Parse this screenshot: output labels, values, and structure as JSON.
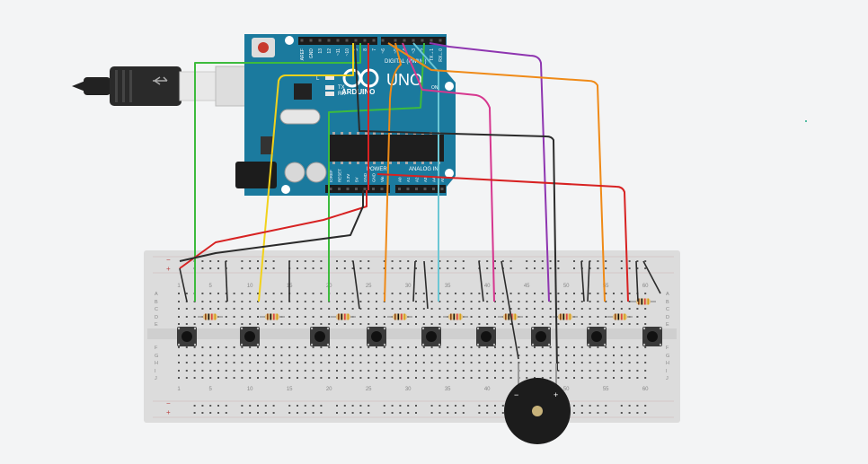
{
  "arduino": {
    "brand": "ARDUINO",
    "model": "UNO",
    "digital_label": "DIGITAL (PWM~)",
    "power_label": "POWER",
    "analog_label": "ANALOG IN",
    "tx_label": "TX",
    "rx_label": "RX",
    "l_label": "L",
    "top_pin_labels": [
      "AREF",
      "GND",
      "13",
      "12",
      "~11",
      "~10",
      "~9",
      "8",
      "7",
      "~6",
      "~5",
      "4",
      "~3",
      "2",
      "TX→1",
      "RX←0"
    ],
    "power_pin_labels": [
      "IOREF",
      "RESET",
      "3.3V",
      "5V",
      "GND",
      "GND",
      "Vin"
    ],
    "analog_pin_labels": [
      "A0",
      "A1",
      "A2",
      "A3",
      "A4",
      "A5"
    ],
    "on_label": "ON"
  },
  "breadboard": {
    "column_numbers": [
      "1",
      "5",
      "10",
      "15",
      "20",
      "25",
      "30",
      "35",
      "40",
      "45",
      "50",
      "55",
      "60"
    ],
    "row_letters_top": [
      "A",
      "B",
      "C",
      "D",
      "E"
    ],
    "row_letters_bottom": [
      "F",
      "G",
      "H",
      "I",
      "J"
    ],
    "rail_minus": "−",
    "rail_plus": "+"
  },
  "buzzer": {
    "minus_label": "−",
    "plus_label": "+"
  },
  "colors": {
    "background": "#f3f4f5",
    "board": "#1b7a9e",
    "breadboard": "#dcdcdc",
    "wire_green": "#3dbb3d",
    "wire_yellow": "#f2d21b",
    "wire_red": "#d72222",
    "wire_black": "#2b2b2b",
    "wire_orange": "#ef8a17",
    "wire_cyan": "#6cc7d4",
    "wire_pink": "#d6378f",
    "wire_purple": "#8e35b0"
  }
}
